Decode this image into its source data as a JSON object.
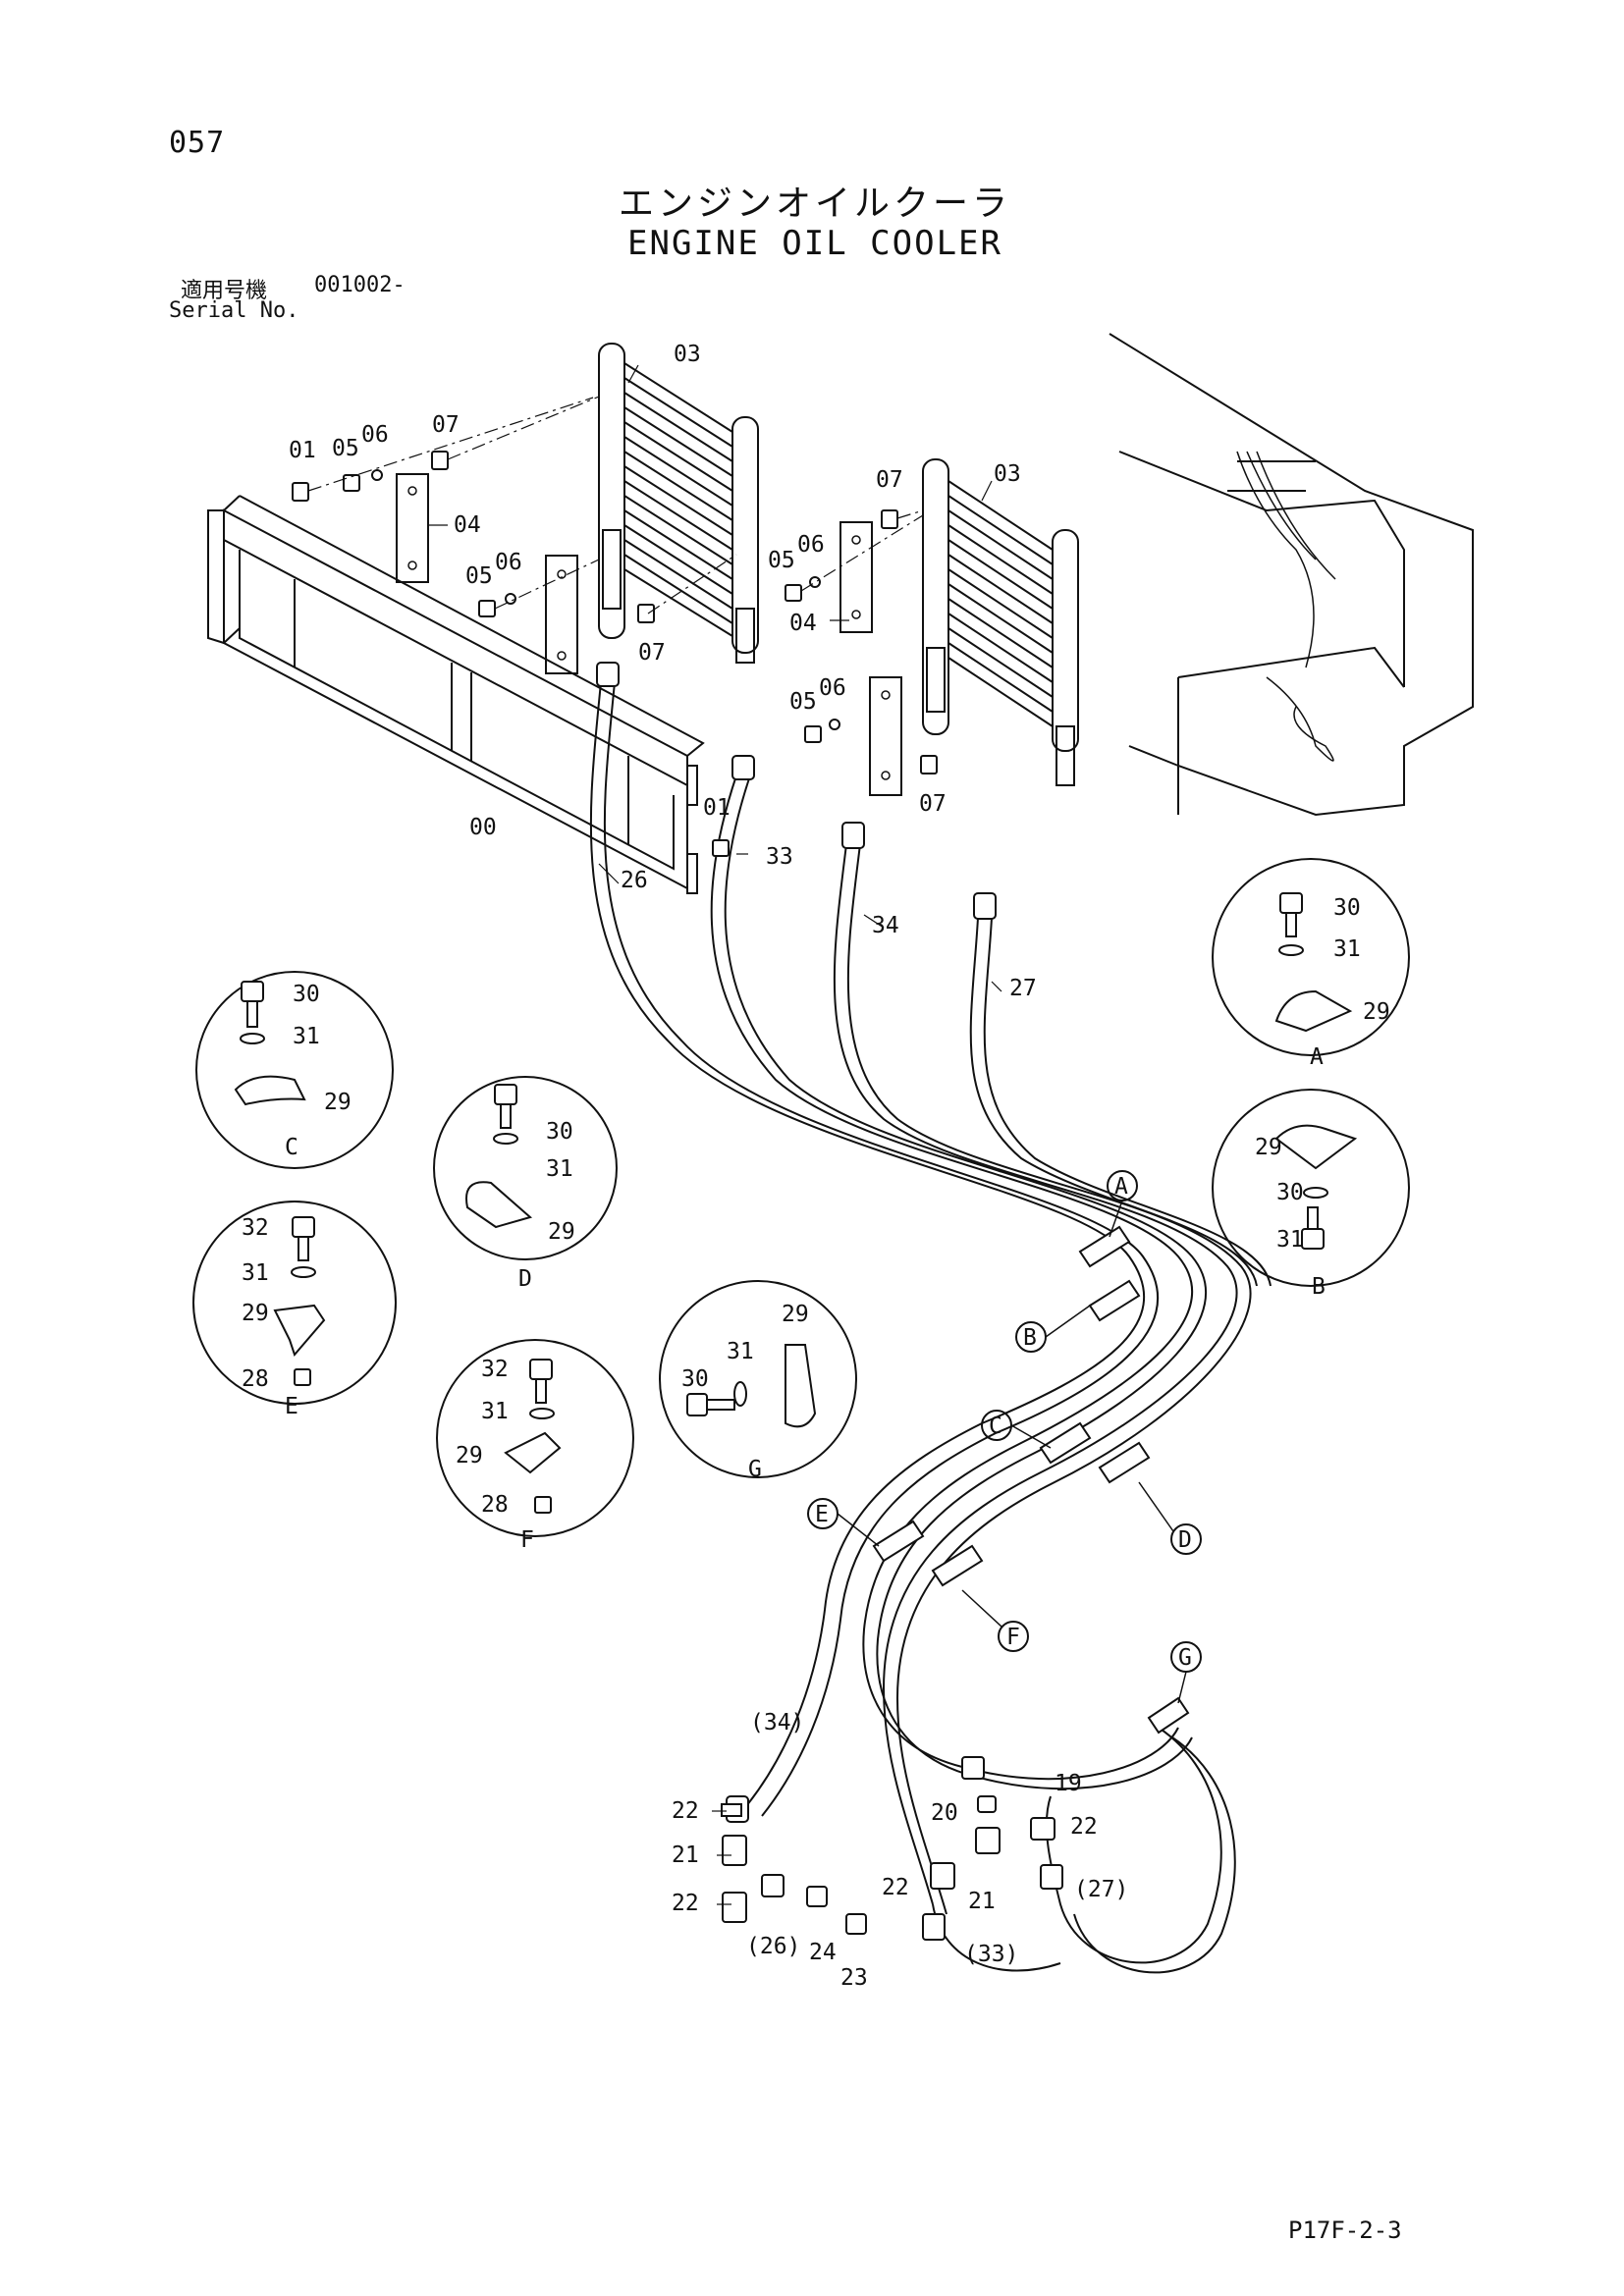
{
  "page_number": "057",
  "title_jp": "エンジンオイルクーラ",
  "title_en": "ENGINE OIL COOLER",
  "serial": {
    "label_jp": "適用号機",
    "range": "001002-",
    "label_en": "Serial No."
  },
  "footer_code": "P17F-2-3",
  "part_labels": {
    "p00": "00",
    "p01a": "01",
    "p01b": "01",
    "p03a": "03",
    "p03b": "03",
    "p04a": "04",
    "p04b": "04",
    "p05a": "05",
    "p05b": "05",
    "p05c": "05",
    "p05d": "05",
    "p06a": "06",
    "p06b": "06",
    "p06c": "06",
    "p06d": "06",
    "p07a": "07",
    "p07b": "07",
    "p07c": "07",
    "p07d": "07",
    "p26": "26",
    "p33": "33",
    "p34": "34",
    "p27": "27",
    "p19": "19",
    "p20": "20",
    "p21a": "21",
    "p21b": "21",
    "p22a": "22",
    "p22b": "22",
    "p22c": "22",
    "p22d": "22",
    "p23": "23",
    "p24": "24",
    "p26p": "(26)",
    "p34p": "(34)",
    "p33p": "(33)",
    "p27p": "(27)"
  },
  "callouts": [
    "A",
    "B",
    "C",
    "D",
    "E",
    "F",
    "G"
  ],
  "details": {
    "A": {
      "letter": "A",
      "labels": [
        "30",
        "31",
        "29"
      ]
    },
    "B": {
      "letter": "B",
      "labels": [
        "29",
        "30",
        "31"
      ]
    },
    "C": {
      "letter": "C",
      "labels": [
        "30",
        "31",
        "29"
      ]
    },
    "D": {
      "letter": "D",
      "labels": [
        "30",
        "31",
        "29"
      ]
    },
    "E": {
      "letter": "E",
      "labels": [
        "32",
        "31",
        "29",
        "28"
      ]
    },
    "F": {
      "letter": "F",
      "labels": [
        "32",
        "31",
        "29",
        "28"
      ]
    },
    "G": {
      "letter": "G",
      "labels": [
        "29",
        "31",
        "30"
      ]
    }
  }
}
